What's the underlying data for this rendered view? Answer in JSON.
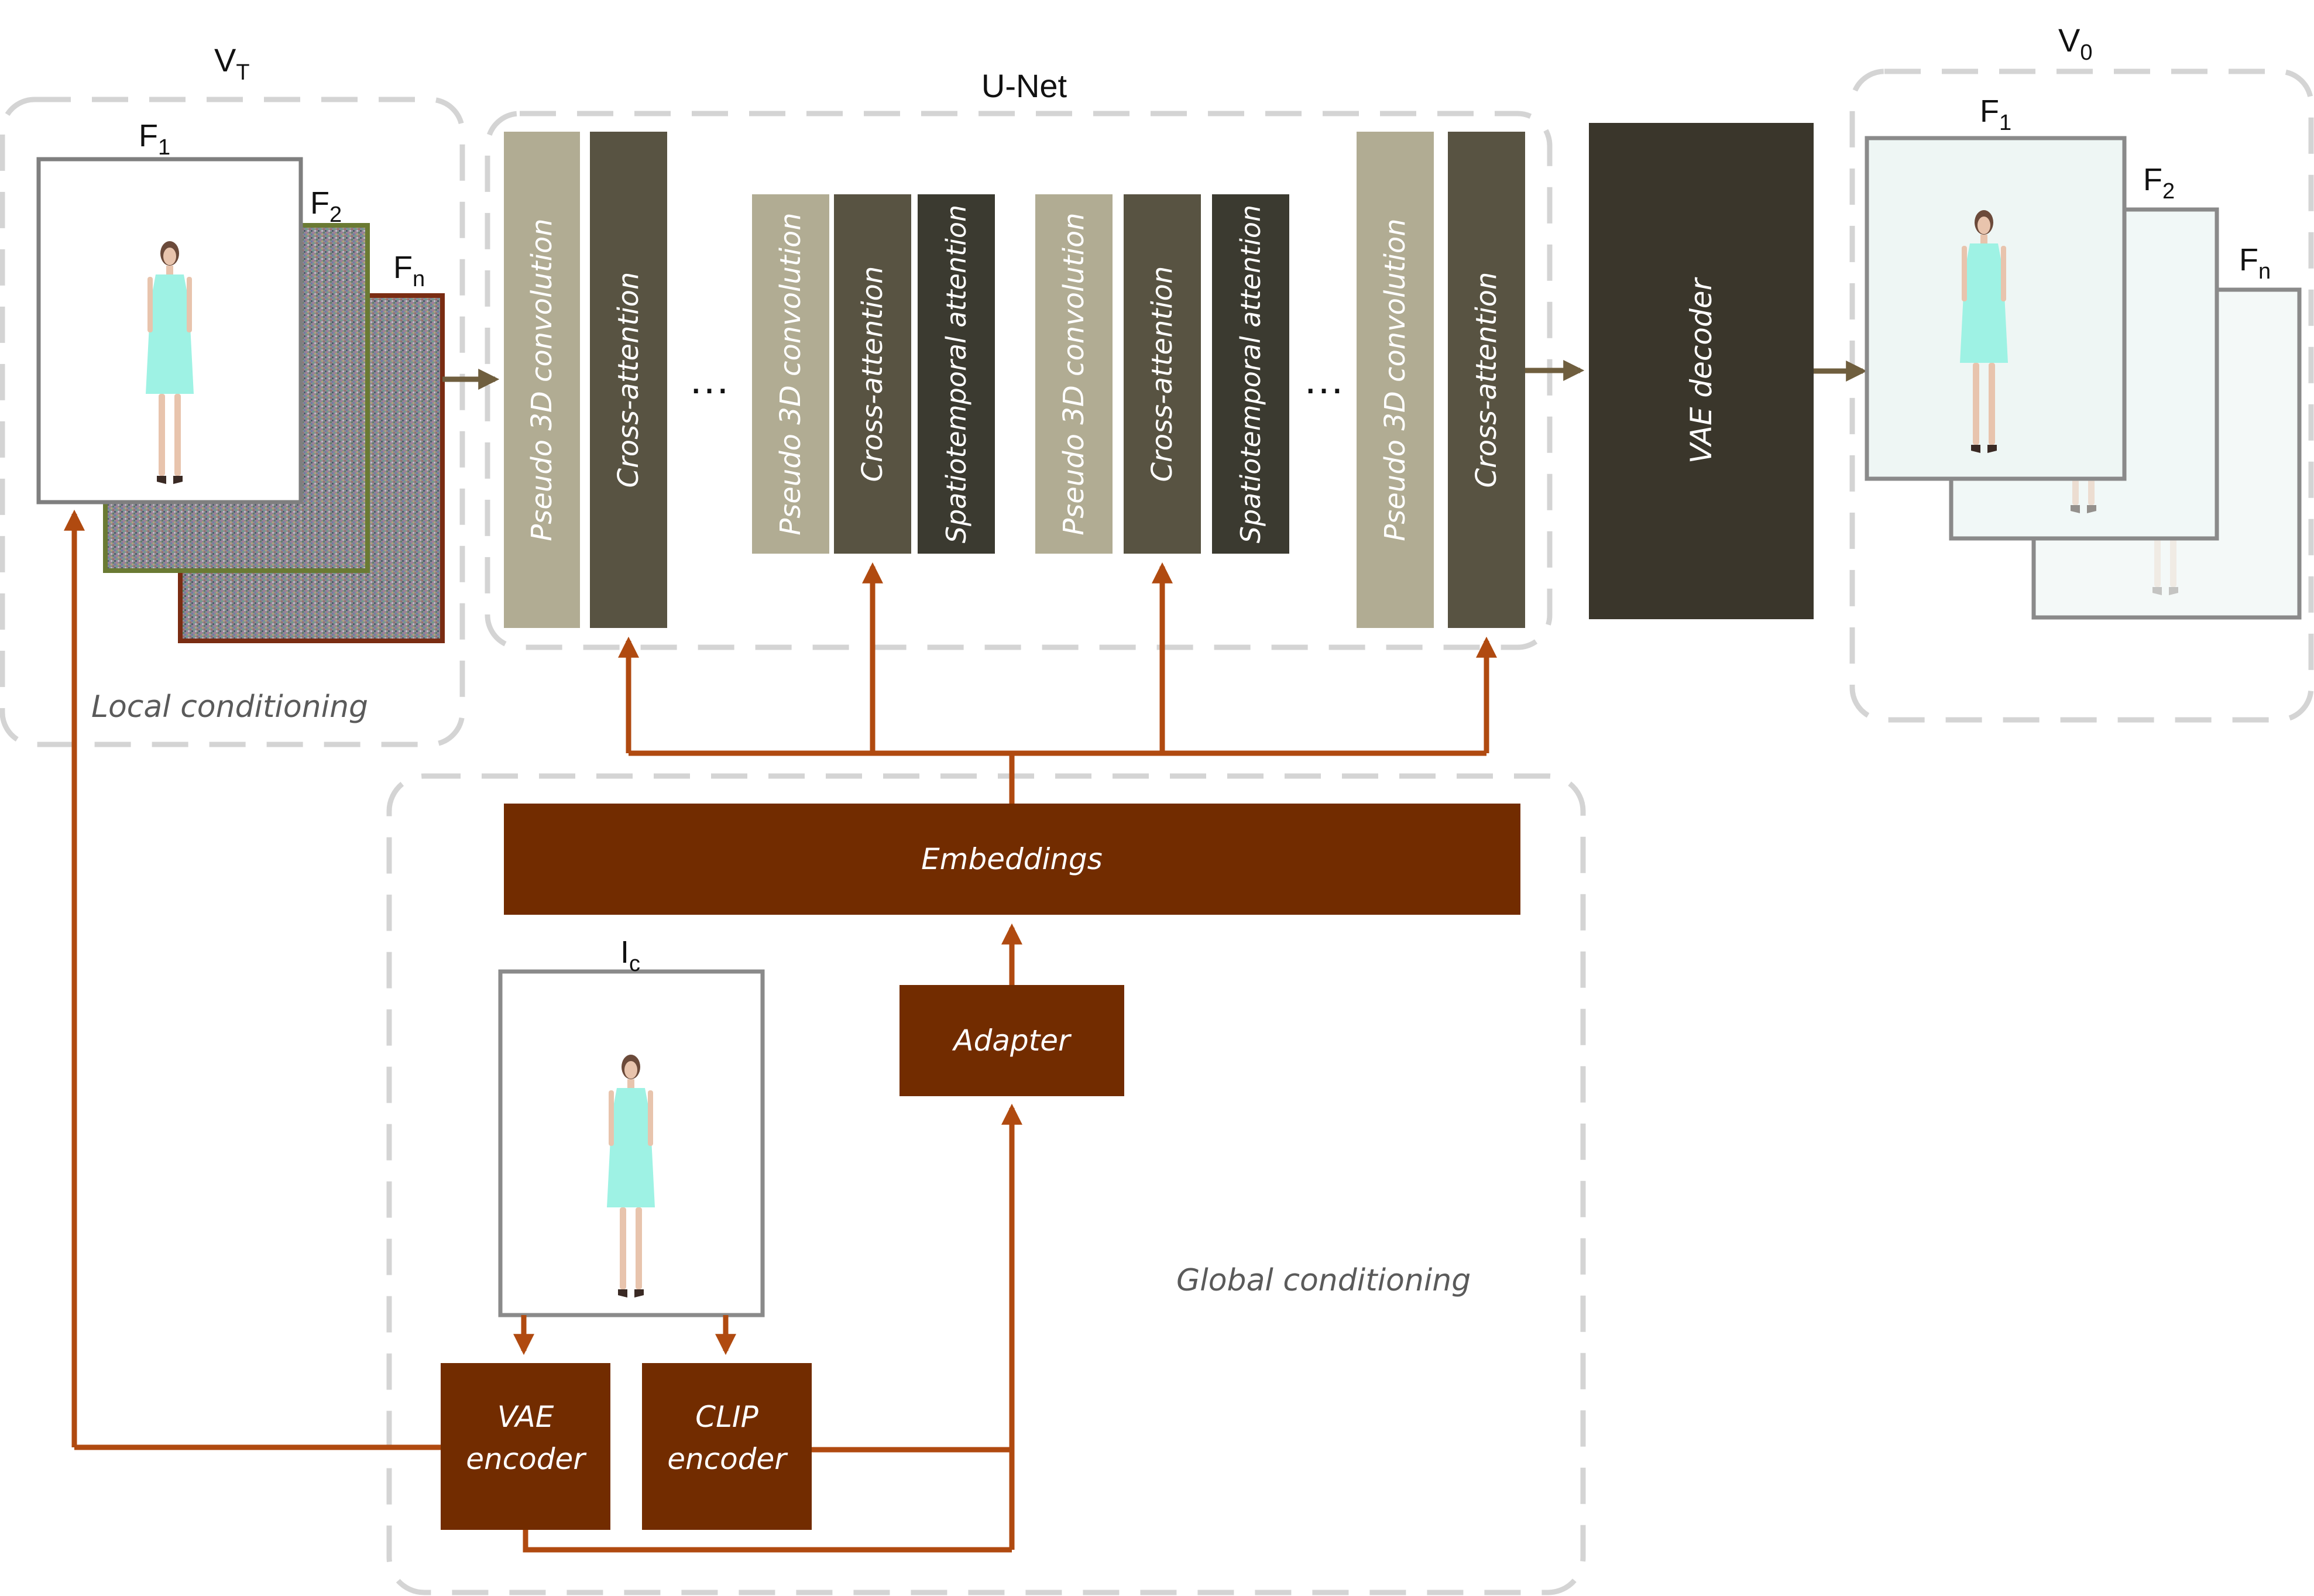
{
  "titles": {
    "vt": "V",
    "vt_sub": "T",
    "v0": "V",
    "v0_sub": "0",
    "unet": "U-Net"
  },
  "frames": {
    "f1": "F",
    "f1_sub": "1",
    "f2": "F",
    "f2_sub": "2",
    "fn": "F",
    "fn_sub": "n"
  },
  "condition_image": {
    "label": "I",
    "label_sub": "c"
  },
  "unet_blocks": {
    "pseudo3d": "Pseudo 3D convolution",
    "cross_attention": "Cross-attention",
    "spatiotemporal": "Spatiotemporal attention",
    "ellipsis": "…"
  },
  "decoder": {
    "label": "VAE decoder"
  },
  "global": {
    "embeddings": "Embeddings",
    "adapter": "Adapter",
    "vae_encoder_l1": "VAE",
    "vae_encoder_l2": "encoder",
    "clip_encoder_l1": "CLIP",
    "clip_encoder_l2": "encoder"
  },
  "regions": {
    "local_conditioning": "Local conditioning",
    "global_conditioning": "Global conditioning"
  },
  "colors": {
    "dashed_border": "#d4d4d4",
    "pseudo3d_fill": "#b1ac93",
    "cross_attention_fill": "#585342",
    "spatiotemporal_fill": "#3b3a30",
    "decoder_fill": "#3a362b",
    "brown_box": "#722c00",
    "brown_arrow": "#b04a10",
    "olive_arrow": "#6f5e3e",
    "region_text": "#5a5a5a",
    "dress": "#9ef2e4",
    "noise_border_f2": "#6a7a33",
    "noise_border_fn": "#7a2c12"
  }
}
